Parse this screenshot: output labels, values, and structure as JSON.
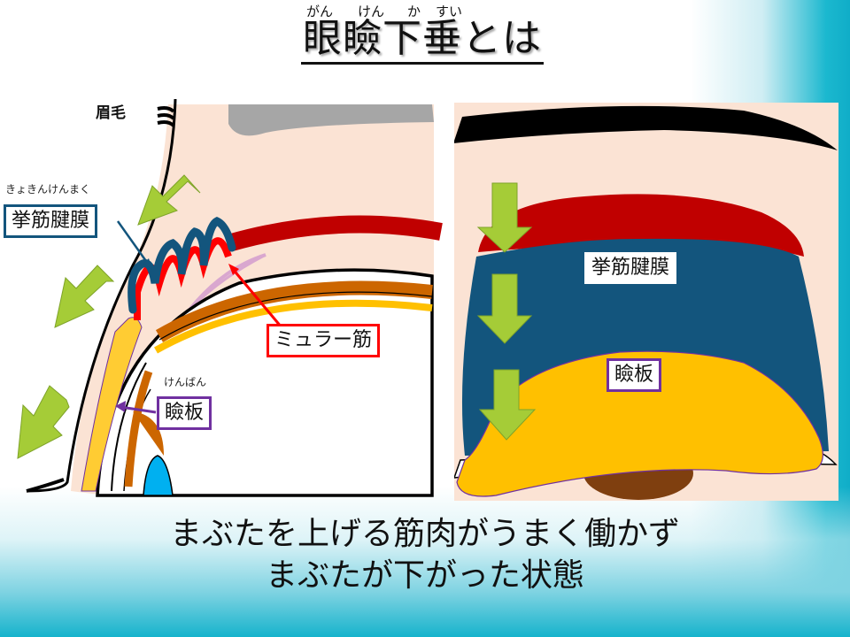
{
  "title": {
    "text": "眼瞼下垂とは",
    "ruby": [
      "がん",
      "けん",
      "か",
      "すい"
    ]
  },
  "left_diagram": {
    "eyebrow_label": "眉毛",
    "levator_ruby": "きょきんけんまく",
    "levator_label": "挙筋腱膜",
    "muller_label": "ミュラー筋",
    "tarsus_ruby": "けんばん",
    "tarsus_label": "瞼板"
  },
  "right_diagram": {
    "levator_label": "挙筋腱膜",
    "tarsus_label": "瞼板"
  },
  "caption": {
    "line1": "まぶたを上げる筋肉がうまく働かず",
    "line2": "まぶたが下がった状態"
  },
  "colors": {
    "skin": "#fbe3d4",
    "levator_blue": "#13557d",
    "muller_red": "#ff0000",
    "muscle_darkred": "#c00000",
    "tarsus_yellow": "#ffc000",
    "arrow_green": "#a5cc37",
    "orbital_brown": "#cc6600",
    "iris_brown": "#7f3f0f",
    "cornea_blue": "#00b0f0",
    "label_purple": "#7030a0",
    "accent_cyan": "#10adc8"
  }
}
